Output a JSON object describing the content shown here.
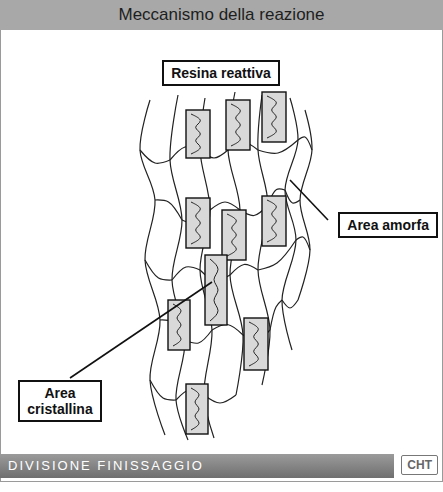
{
  "diagram": {
    "title": "Meccanismo della reazione",
    "nodes": [
      {
        "text": [
          "Resina reattiva"
        ]
      },
      {
        "text": [
          "Area amorfa"
        ]
      },
      {
        "text": [
          "Area cristallina"
        ]
      },
      {
        "text": [
          "DIVISIONE FINISSAGGIO"
        ]
      },
      {
        "text": [
          "CHT"
        ]
      }
    ]
  }
}
